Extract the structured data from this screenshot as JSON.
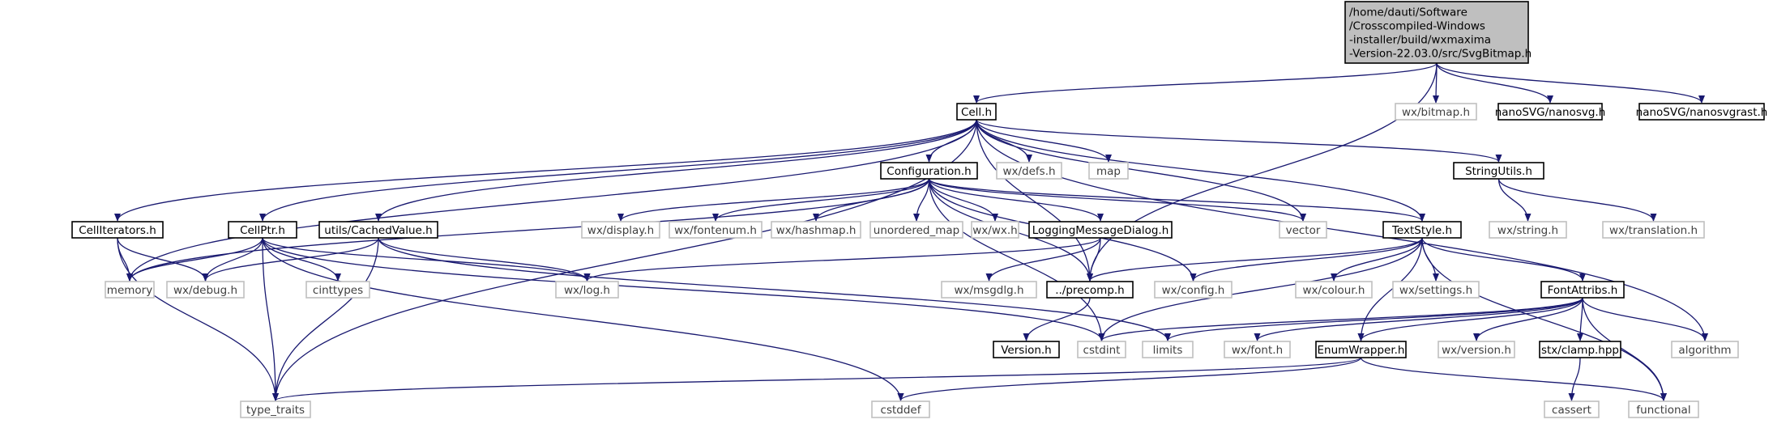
{
  "colors": {
    "edge": "#191970",
    "root_fill": "#bfbfbf",
    "box_border": "#000000",
    "sys_border": "#bfbfbf",
    "label": "#000000",
    "sys_label": "#3f3f3f"
  },
  "nodes": [
    {
      "id": "root",
      "label_lines": [
        "/home/dauti/Software",
        "/Crosscompiled-Windows",
        "-installer/build/wxmaxima",
        "-Version-22.03.0/src/SvgBitmap.h"
      ],
      "kind": "root"
    },
    {
      "id": "cell",
      "label_lines": [
        "Cell.h"
      ],
      "kind": "doc"
    },
    {
      "id": "wxbitmap",
      "label_lines": [
        "wx/bitmap.h"
      ],
      "kind": "sys"
    },
    {
      "id": "nanosvg",
      "label_lines": [
        "nanoSVG/nanosvg.h"
      ],
      "kind": "doc"
    },
    {
      "id": "nanosvgrast",
      "label_lines": [
        "nanoSVG/nanosvgrast.h"
      ],
      "kind": "doc"
    },
    {
      "id": "configuration",
      "label_lines": [
        "Configuration.h"
      ],
      "kind": "doc"
    },
    {
      "id": "wxdefs",
      "label_lines": [
        "wx/defs.h"
      ],
      "kind": "sys"
    },
    {
      "id": "map",
      "label_lines": [
        "map"
      ],
      "kind": "sys"
    },
    {
      "id": "stringutils",
      "label_lines": [
        "StringUtils.h"
      ],
      "kind": "doc"
    },
    {
      "id": "celliterators",
      "label_lines": [
        "CellIterators.h"
      ],
      "kind": "doc"
    },
    {
      "id": "cellptr",
      "label_lines": [
        "CellPtr.h"
      ],
      "kind": "doc"
    },
    {
      "id": "cachedvalue",
      "label_lines": [
        "utils/CachedValue.h"
      ],
      "kind": "doc"
    },
    {
      "id": "wxdisplay",
      "label_lines": [
        "wx/display.h"
      ],
      "kind": "sys"
    },
    {
      "id": "wxfontenum",
      "label_lines": [
        "wx/fontenum.h"
      ],
      "kind": "sys"
    },
    {
      "id": "wxhashmap",
      "label_lines": [
        "wx/hashmap.h"
      ],
      "kind": "sys"
    },
    {
      "id": "unorderedmap",
      "label_lines": [
        "unordered_map"
      ],
      "kind": "sys"
    },
    {
      "id": "wxwx",
      "label_lines": [
        "wx/wx.h"
      ],
      "kind": "sys"
    },
    {
      "id": "loggingmsg",
      "label_lines": [
        "LoggingMessageDialog.h"
      ],
      "kind": "doc"
    },
    {
      "id": "vector",
      "label_lines": [
        "vector"
      ],
      "kind": "sys"
    },
    {
      "id": "textstyle",
      "label_lines": [
        "TextStyle.h"
      ],
      "kind": "doc"
    },
    {
      "id": "wxstring",
      "label_lines": [
        "wx/string.h"
      ],
      "kind": "sys"
    },
    {
      "id": "wxtranslation",
      "label_lines": [
        "wx/translation.h"
      ],
      "kind": "sys"
    },
    {
      "id": "memory",
      "label_lines": [
        "memory"
      ],
      "kind": "sys"
    },
    {
      "id": "wxdebug",
      "label_lines": [
        "wx/debug.h"
      ],
      "kind": "sys"
    },
    {
      "id": "cinttypes",
      "label_lines": [
        "cinttypes"
      ],
      "kind": "sys"
    },
    {
      "id": "wxlog",
      "label_lines": [
        "wx/log.h"
      ],
      "kind": "sys"
    },
    {
      "id": "wxmsgdlg",
      "label_lines": [
        "wx/msgdlg.h"
      ],
      "kind": "sys"
    },
    {
      "id": "precomp",
      "label_lines": [
        "../precomp.h"
      ],
      "kind": "doc"
    },
    {
      "id": "wxconfig",
      "label_lines": [
        "wx/config.h"
      ],
      "kind": "sys"
    },
    {
      "id": "wxcolour",
      "label_lines": [
        "wx/colour.h"
      ],
      "kind": "sys"
    },
    {
      "id": "wxsettings",
      "label_lines": [
        "wx/settings.h"
      ],
      "kind": "sys"
    },
    {
      "id": "fontattribs",
      "label_lines": [
        "FontAttribs.h"
      ],
      "kind": "doc"
    },
    {
      "id": "version",
      "label_lines": [
        "Version.h"
      ],
      "kind": "doc"
    },
    {
      "id": "cstdint",
      "label_lines": [
        "cstdint"
      ],
      "kind": "sys"
    },
    {
      "id": "limits",
      "label_lines": [
        "limits"
      ],
      "kind": "sys"
    },
    {
      "id": "wxfont",
      "label_lines": [
        "wx/font.h"
      ],
      "kind": "sys"
    },
    {
      "id": "enumwrapper",
      "label_lines": [
        "EnumWrapper.h"
      ],
      "kind": "doc"
    },
    {
      "id": "wxversion",
      "label_lines": [
        "wx/version.h"
      ],
      "kind": "sys"
    },
    {
      "id": "clamp",
      "label_lines": [
        "stx/clamp.hpp"
      ],
      "kind": "doc"
    },
    {
      "id": "algorithm",
      "label_lines": [
        "algorithm"
      ],
      "kind": "sys"
    },
    {
      "id": "typetraits",
      "label_lines": [
        "type_traits"
      ],
      "kind": "sys"
    },
    {
      "id": "cstddef",
      "label_lines": [
        "cstddef"
      ],
      "kind": "sys"
    },
    {
      "id": "cassert",
      "label_lines": [
        "cassert"
      ],
      "kind": "sys"
    },
    {
      "id": "functional",
      "label_lines": [
        "functional"
      ],
      "kind": "sys"
    }
  ],
  "edges": [
    [
      "root",
      "cell"
    ],
    [
      "root",
      "wxbitmap"
    ],
    [
      "root",
      "nanosvg"
    ],
    [
      "root",
      "nanosvgrast"
    ],
    [
      "root",
      "precomp"
    ],
    [
      "cell",
      "configuration"
    ],
    [
      "cell",
      "wxdefs"
    ],
    [
      "cell",
      "map"
    ],
    [
      "cell",
      "stringutils"
    ],
    [
      "cell",
      "celliterators"
    ],
    [
      "cell",
      "cellptr"
    ],
    [
      "cell",
      "cachedvalue"
    ],
    [
      "cell",
      "vector"
    ],
    [
      "cell",
      "textstyle"
    ],
    [
      "cell",
      "memory"
    ],
    [
      "cell",
      "typetraits"
    ],
    [
      "cell",
      "precomp"
    ],
    [
      "cell",
      "algorithm"
    ],
    [
      "configuration",
      "wxdisplay"
    ],
    [
      "configuration",
      "wxfontenum"
    ],
    [
      "configuration",
      "wxhashmap"
    ],
    [
      "configuration",
      "unorderedmap"
    ],
    [
      "configuration",
      "wxwx"
    ],
    [
      "configuration",
      "loggingmsg"
    ],
    [
      "configuration",
      "vector"
    ],
    [
      "configuration",
      "textstyle"
    ],
    [
      "configuration",
      "memory"
    ],
    [
      "configuration",
      "precomp"
    ],
    [
      "configuration",
      "wxconfig"
    ],
    [
      "configuration",
      "cstdint"
    ],
    [
      "stringutils",
      "wxstring"
    ],
    [
      "stringutils",
      "wxtranslation"
    ],
    [
      "celliterators",
      "memory"
    ],
    [
      "celliterators",
      "wxdebug"
    ],
    [
      "celliterators",
      "typetraits"
    ],
    [
      "cellptr",
      "memory"
    ],
    [
      "cellptr",
      "wxdebug"
    ],
    [
      "cellptr",
      "cinttypes"
    ],
    [
      "cellptr",
      "wxlog"
    ],
    [
      "cellptr",
      "typetraits"
    ],
    [
      "cellptr",
      "cstddef"
    ],
    [
      "cellptr",
      "cstdint"
    ],
    [
      "cachedvalue",
      "wxdebug"
    ],
    [
      "cachedvalue",
      "wxlog"
    ],
    [
      "cachedvalue",
      "typetraits"
    ],
    [
      "cachedvalue",
      "limits"
    ],
    [
      "loggingmsg",
      "wxmsgdlg"
    ],
    [
      "loggingmsg",
      "precomp"
    ],
    [
      "loggingmsg",
      "wxlog"
    ],
    [
      "textstyle",
      "precomp"
    ],
    [
      "textstyle",
      "wxconfig"
    ],
    [
      "textstyle",
      "wxcolour"
    ],
    [
      "textstyle",
      "wxsettings"
    ],
    [
      "textstyle",
      "fontattribs"
    ],
    [
      "textstyle",
      "cstdint"
    ],
    [
      "textstyle",
      "enumwrapper"
    ],
    [
      "textstyle",
      "functional"
    ],
    [
      "precomp",
      "version"
    ],
    [
      "fontattribs",
      "limits"
    ],
    [
      "fontattribs",
      "wxfont"
    ],
    [
      "fontattribs",
      "enumwrapper"
    ],
    [
      "fontattribs",
      "wxversion"
    ],
    [
      "fontattribs",
      "clamp"
    ],
    [
      "fontattribs",
      "algorithm"
    ],
    [
      "fontattribs",
      "cstdint"
    ],
    [
      "fontattribs",
      "functional"
    ],
    [
      "enumwrapper",
      "typetraits"
    ],
    [
      "enumwrapper",
      "cstddef"
    ],
    [
      "enumwrapper",
      "functional"
    ],
    [
      "clamp",
      "cassert"
    ]
  ]
}
